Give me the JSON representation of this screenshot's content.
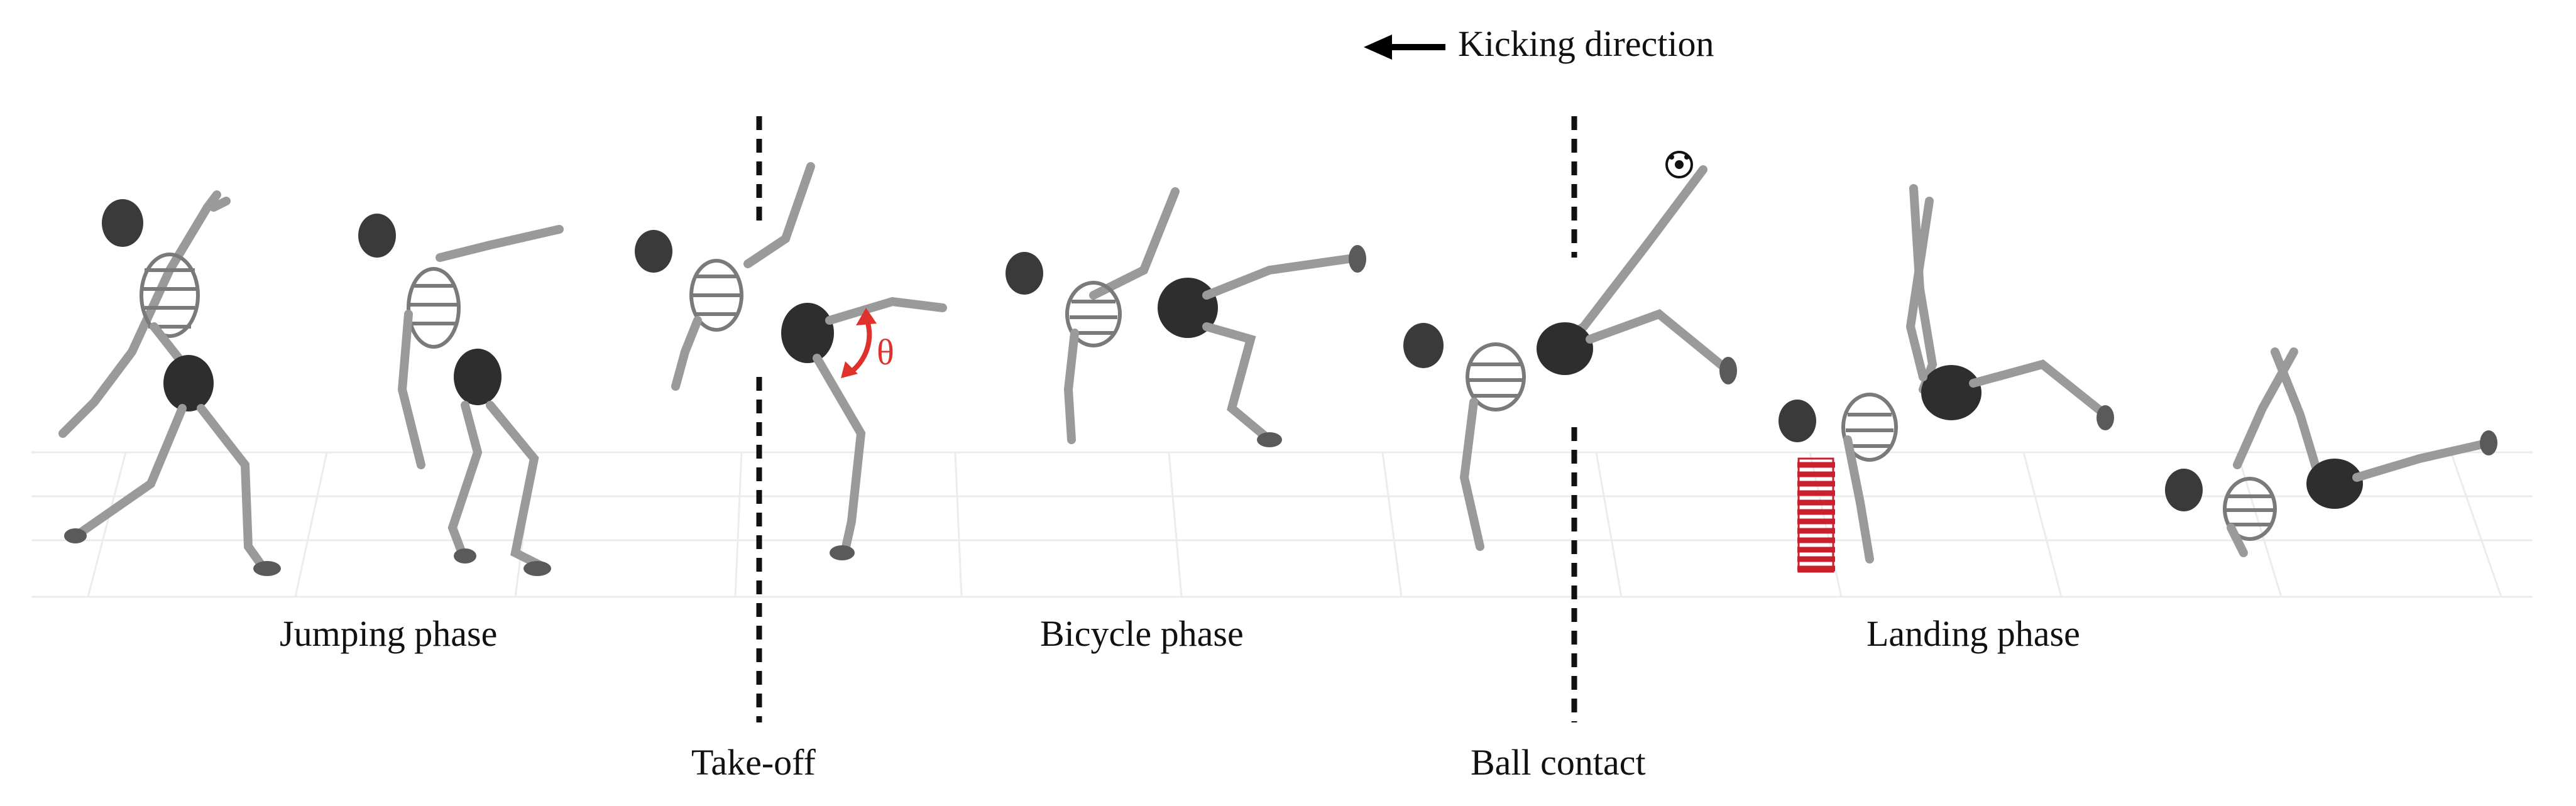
{
  "direction_label": "Kicking direction",
  "phase_labels": {
    "jumping": "Jumping phase",
    "bicycle": "Bicycle phase",
    "landing": "Landing phase"
  },
  "event_labels": {
    "takeoff": "Take-off",
    "ball_contact": "Ball contact"
  },
  "angle_symbol": "θ",
  "colors": {
    "skeleton": "#9a9a9a",
    "skull": "#3a3a3a",
    "angle_marker": "#e0322c",
    "spring": "#c8202c",
    "divider": "#111111"
  }
}
